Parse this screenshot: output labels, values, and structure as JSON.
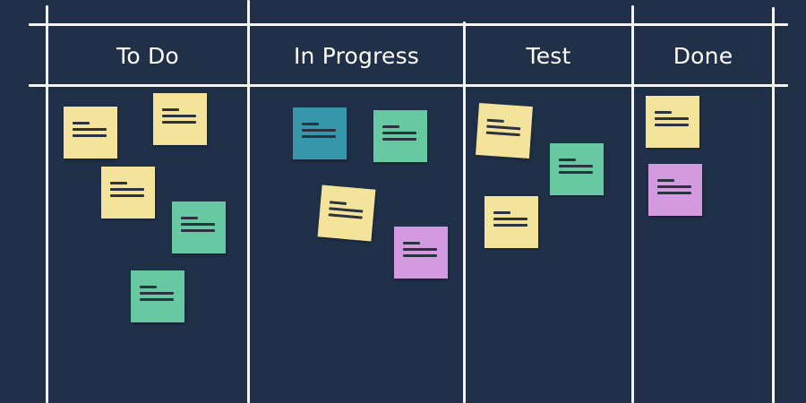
{
  "board": {
    "background": "#1f3048",
    "line_color": "#f2f4f6",
    "columns": [
      {
        "label": "To Do"
      },
      {
        "label": "In Progress"
      },
      {
        "label": "Test"
      },
      {
        "label": "Done"
      }
    ]
  },
  "note_colors": {
    "yellow": "#f3e39b",
    "green": "#67c9a1",
    "blue": "#3597a9",
    "purple": "#d49ae0"
  },
  "notes": [
    {
      "column": "To Do",
      "color": "yellow"
    },
    {
      "column": "To Do",
      "color": "yellow"
    },
    {
      "column": "To Do",
      "color": "yellow"
    },
    {
      "column": "To Do",
      "color": "green"
    },
    {
      "column": "To Do",
      "color": "green"
    },
    {
      "column": "In Progress",
      "color": "blue"
    },
    {
      "column": "In Progress",
      "color": "green"
    },
    {
      "column": "In Progress",
      "color": "yellow"
    },
    {
      "column": "In Progress",
      "color": "purple"
    },
    {
      "column": "Test",
      "color": "yellow"
    },
    {
      "column": "Test",
      "color": "green"
    },
    {
      "column": "Test",
      "color": "yellow"
    },
    {
      "column": "Done",
      "color": "yellow"
    },
    {
      "column": "Done",
      "color": "purple"
    }
  ]
}
